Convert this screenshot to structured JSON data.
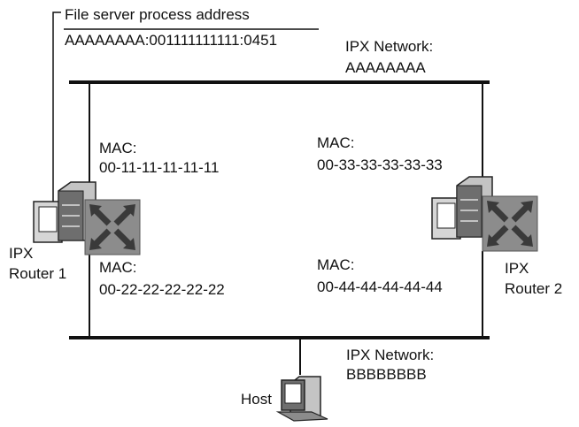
{
  "callout": {
    "title": "File server process address",
    "address": "AAAAAAAA:001111111111:0451"
  },
  "networks": [
    {
      "label": "IPX Network:",
      "value": "AAAAAAAA"
    },
    {
      "label": "IPX Network:",
      "value": "BBBBBBBB"
    }
  ],
  "routers": [
    {
      "name_line1": "IPX",
      "name_line2": "Router 1",
      "mac_top": {
        "label": "MAC:",
        "value": "00-11-11-11-11-11"
      },
      "mac_bottom": {
        "label": "MAC:",
        "value": "00-22-22-22-22-22"
      }
    },
    {
      "name_line1": "IPX",
      "name_line2": "Router 2",
      "mac_top": {
        "label": "MAC:",
        "value": "00-33-33-33-33-33"
      },
      "mac_bottom": {
        "label": "MAC:",
        "value": "00-44-44-44-44-44"
      }
    }
  ],
  "host": {
    "label": "Host"
  },
  "icons": {
    "router": "router-computer-icon",
    "switch": "router-crossed-arrows-icon",
    "host": "host-computer-icon"
  },
  "colors": {
    "line": "#111111",
    "router_box": "#8c8c8c",
    "arrows": "#3a3a3a",
    "tower_light": "#d6d6d6",
    "tower_dark": "#6e6e6e"
  }
}
